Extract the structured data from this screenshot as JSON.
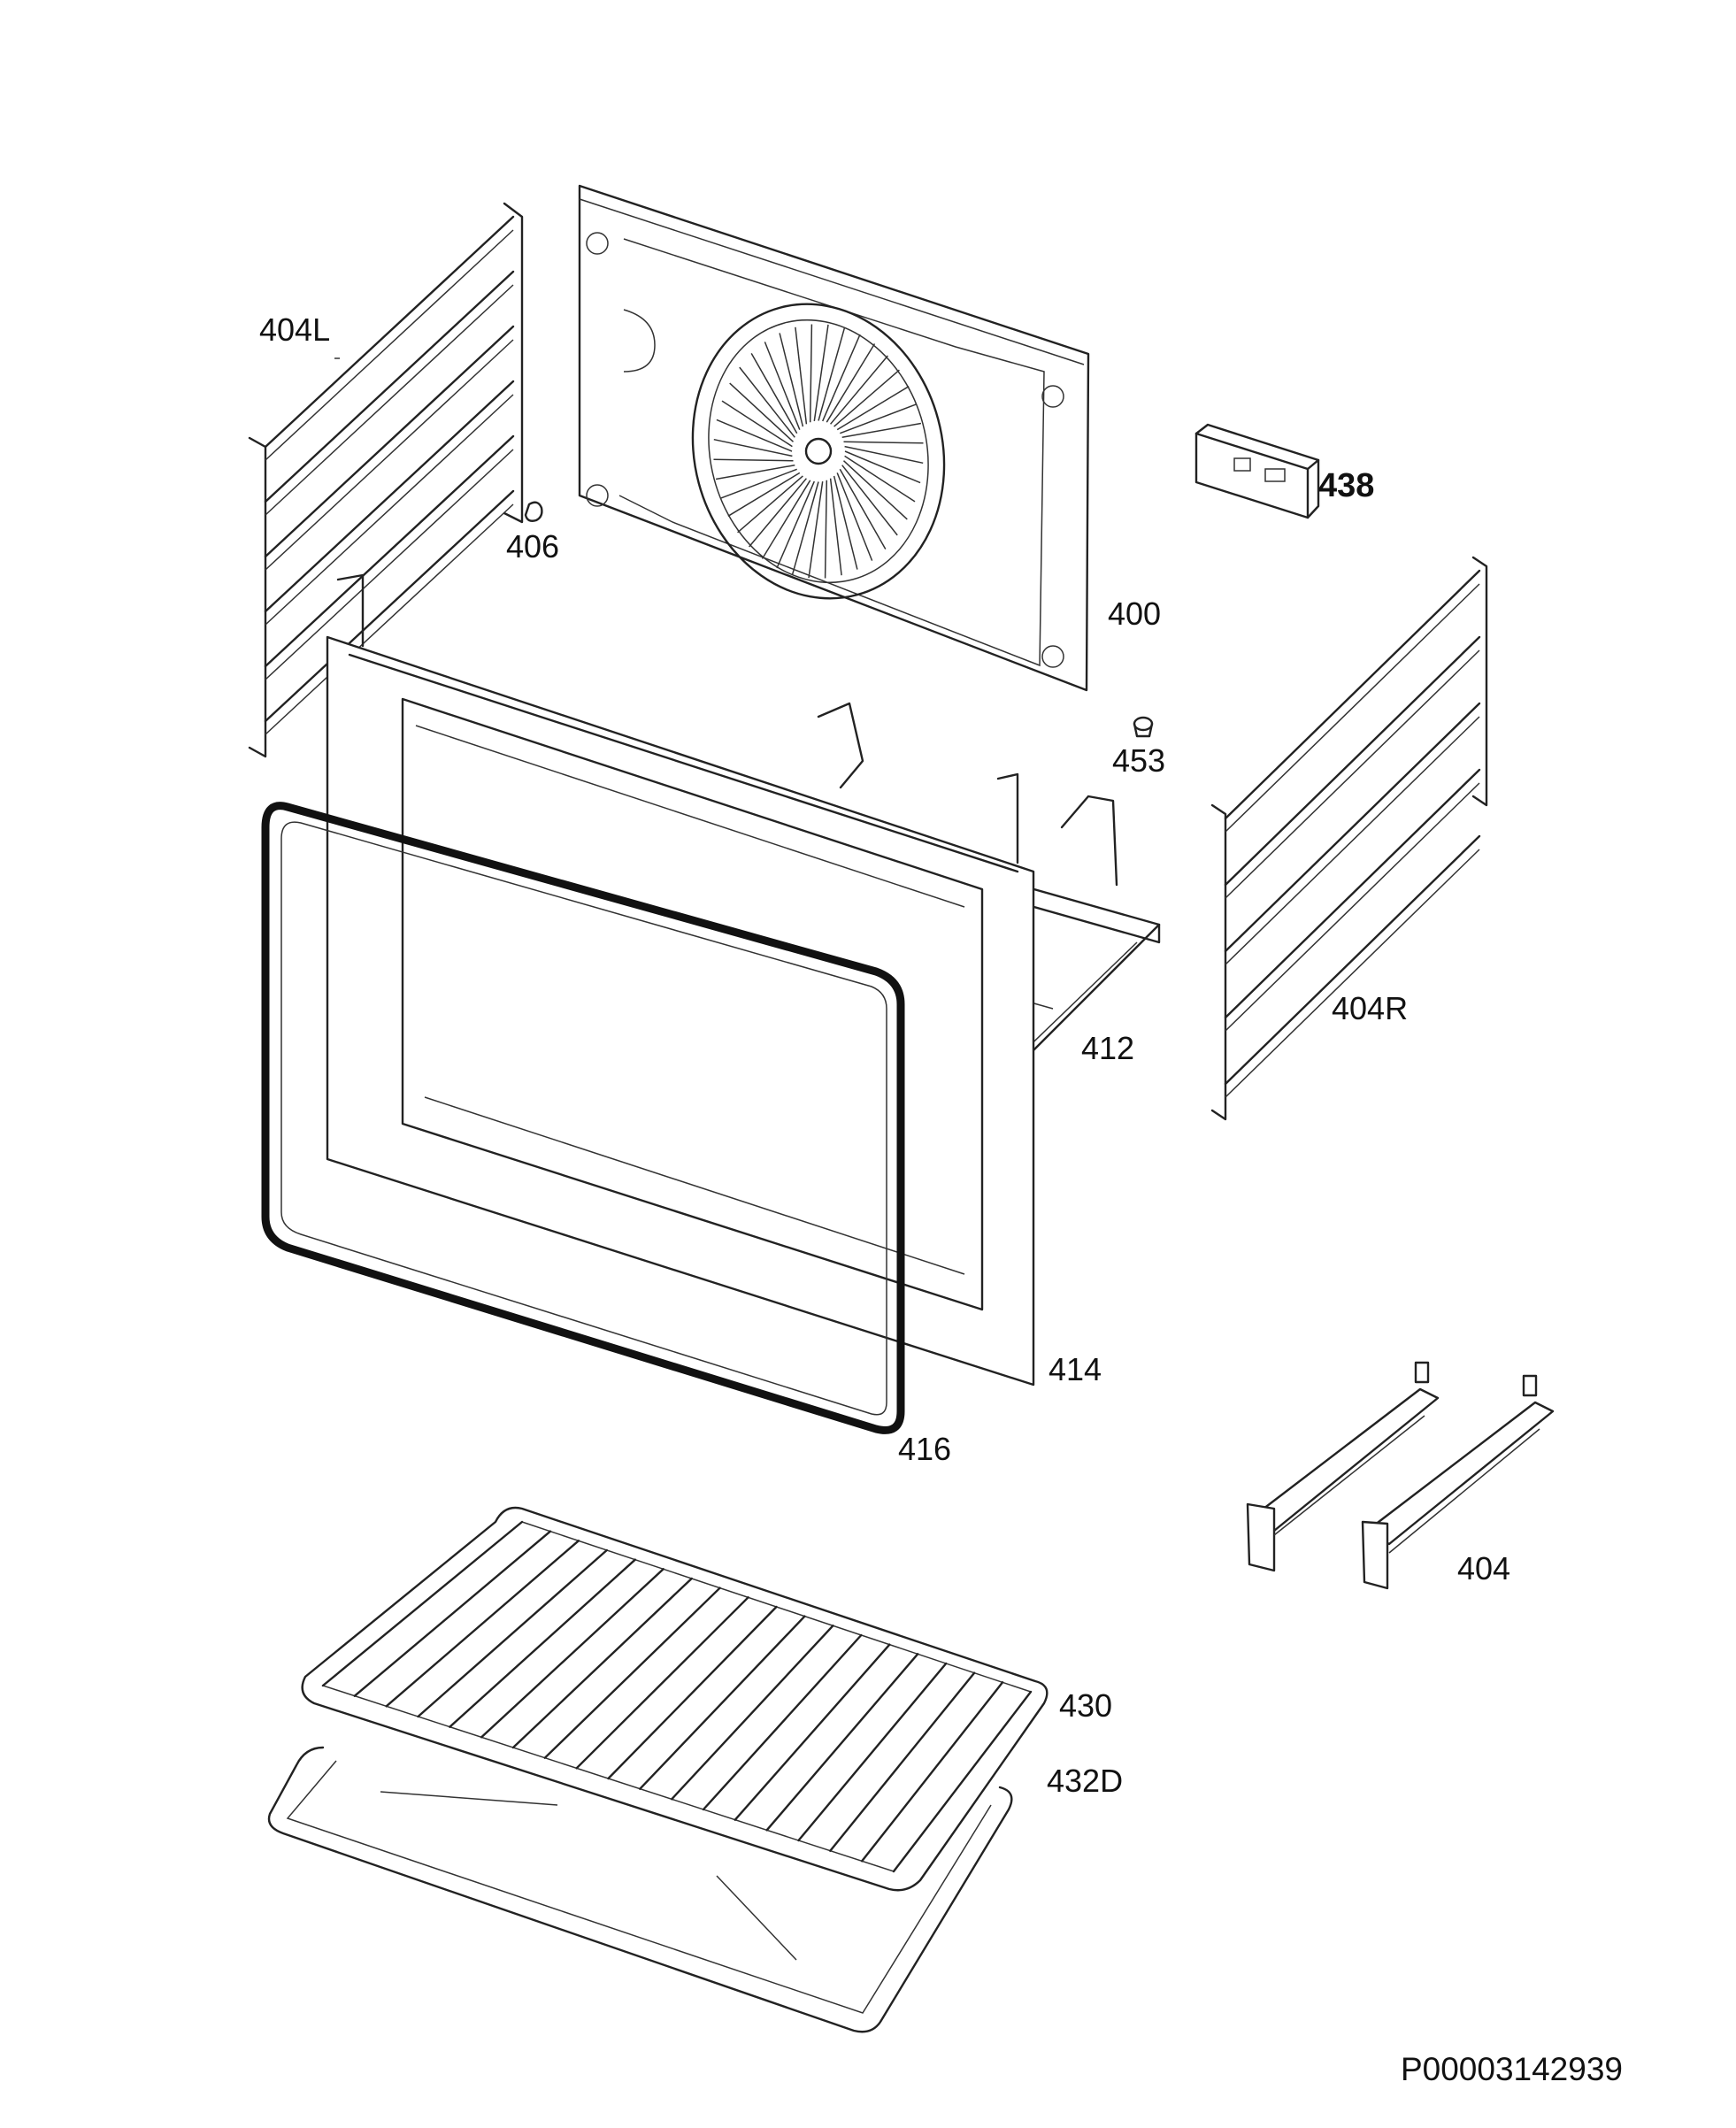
{
  "labels": {
    "p404L": "404L",
    "p406": "406",
    "p438": "438",
    "p400": "400",
    "p453": "453",
    "p412": "412",
    "p404R": "404R",
    "p414": "414",
    "p416": "416",
    "p404": "404",
    "p430": "430",
    "p432D": "432D"
  },
  "document_id": "P00003142939"
}
